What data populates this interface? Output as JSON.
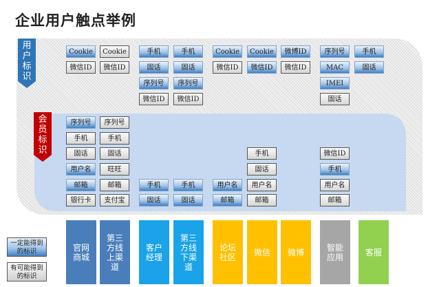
{
  "title": "企业用户触点举例",
  "user_tag": "用户标识",
  "member_tag": "会员标识",
  "legend": {
    "certain": "一定能得到的标识",
    "possible": "有可能得到的标识"
  },
  "colors": {
    "blue_box": "#3f7fc4",
    "gray_box": "#d6d6d6",
    "channel_blue": "#4a7ebb",
    "channel_cyan": "#1aa3e8",
    "channel_yellow": "#ffc000",
    "channel_gray": "#a6a6a6",
    "channel_green": "#92d050"
  },
  "columns": [
    {
      "channel": "官网商城",
      "color": "#4a7ebb",
      "user": [
        [
          "Cookie",
          "b"
        ],
        [
          "微信ID",
          "g"
        ]
      ],
      "member": [
        [
          0,
          "序列号",
          "b"
        ],
        [
          1,
          "手机",
          "g"
        ],
        [
          2,
          "固话",
          "g"
        ],
        [
          3,
          "用户名",
          "b"
        ],
        [
          4,
          "邮箱",
          "b"
        ],
        [
          5,
          "银行卡",
          "g"
        ]
      ]
    },
    {
      "channel": "第三方线上渠道",
      "color": "#4a7ebb",
      "user": [
        [
          "Cookie",
          "g"
        ],
        [
          "微信ID",
          "g"
        ]
      ],
      "member": [
        [
          0,
          "序列号",
          "g"
        ],
        [
          1,
          "手机",
          "g"
        ],
        [
          2,
          "固话",
          "g"
        ],
        [
          3,
          "旺旺",
          "g"
        ],
        [
          4,
          "邮箱",
          "g"
        ],
        [
          5,
          "支付宝",
          "g"
        ]
      ]
    },
    {
      "channel": "客户经理",
      "color": "#1aa3e8",
      "user": [
        [
          "手机",
          "b"
        ],
        [
          "固话",
          "b"
        ],
        [
          "序列号",
          "b"
        ],
        [
          "微信ID",
          "g"
        ]
      ],
      "member": [
        [
          4,
          "手机",
          "b"
        ],
        [
          5,
          "固话",
          "b"
        ]
      ]
    },
    {
      "channel": "第三方线下渠道",
      "color": "#1aa3e8",
      "user": [
        [
          "手机",
          "b"
        ],
        [
          "固话",
          "b"
        ],
        [
          "序列号",
          "b"
        ],
        [
          "微信ID",
          "g"
        ]
      ],
      "member": [
        [
          4,
          "手机",
          "b"
        ],
        [
          5,
          "固话",
          "b"
        ]
      ]
    },
    {
      "channel": "论坛社区",
      "color": "#ffc000",
      "user": [
        [
          "Cookie",
          "b"
        ],
        [
          "微信ID",
          "g"
        ]
      ],
      "member": [
        [
          4,
          "用户名",
          "b"
        ],
        [
          5,
          "邮箱",
          "b"
        ]
      ]
    },
    {
      "channel": "微信",
      "color": "#ffc000",
      "user": [
        [
          "Cookie",
          "b"
        ],
        [
          "微信ID",
          "b"
        ]
      ],
      "member": [
        [
          2,
          "手机",
          "g"
        ],
        [
          3,
          "固话",
          "g"
        ],
        [
          4,
          "用户名",
          "g"
        ],
        [
          5,
          "邮箱",
          "g"
        ]
      ]
    },
    {
      "channel": "微博",
      "color": "#ffc000",
      "user": [
        [
          "微博ID",
          "b"
        ],
        [
          "微信ID",
          "g"
        ]
      ],
      "member": []
    },
    {
      "channel": "智能应用",
      "color": "#a6a6a6",
      "user": [
        [
          "序列号",
          "b"
        ],
        [
          "MAC",
          "b"
        ],
        [
          "IMEI",
          "b"
        ],
        [
          "固话",
          "g"
        ]
      ],
      "member": [
        [
          2,
          "微信ID",
          "g"
        ],
        [
          3,
          "手机",
          "b"
        ],
        [
          4,
          "用户名",
          "g"
        ],
        [
          5,
          "邮箱",
          "g"
        ]
      ]
    },
    {
      "channel": "客服",
      "color": "#92d050",
      "user": [
        [
          "手机",
          "b"
        ],
        [
          "固话",
          "b"
        ]
      ],
      "member": []
    }
  ]
}
